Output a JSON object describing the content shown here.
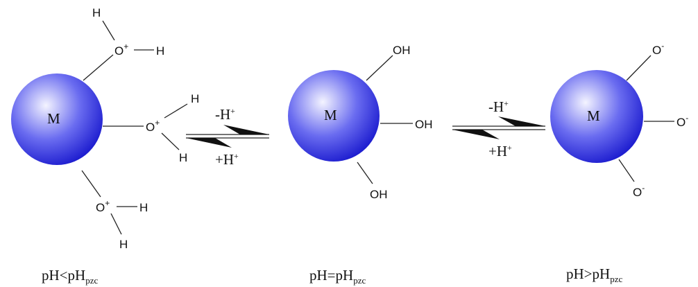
{
  "diagram": {
    "left": {
      "particle_label": "M",
      "group1": {
        "h_top": "H",
        "o": "O",
        "o_charge": "+",
        "h_right": "H"
      },
      "group2": {
        "o": "O",
        "o_charge": "+",
        "h_top": "H",
        "h_bottom": "H"
      },
      "group3": {
        "o": "O",
        "o_charge": "+",
        "h_right": "H",
        "h_bottom": "H"
      },
      "condition": {
        "main": "pH<pH",
        "sub": "pzc"
      }
    },
    "arrow1": {
      "top_text": "-H",
      "top_sup": "+",
      "bottom_text": "+H",
      "bottom_sup": "+"
    },
    "middle": {
      "particle_label": "M",
      "oh_top": "OH",
      "oh_right": "OH",
      "oh_bottom": "OH",
      "condition": {
        "main": "pH=pH",
        "sub": "pzc"
      }
    },
    "arrow2": {
      "top_text": "-H",
      "top_sup": "+",
      "bottom_text": "+H",
      "bottom_sup": "+"
    },
    "right": {
      "particle_label": "M",
      "o_top": "O",
      "o_top_charge": "-",
      "o_right": "O",
      "o_right_charge": "-",
      "o_bottom": "O",
      "o_bottom_charge": "-",
      "condition": {
        "main": "pH>pH",
        "sub": "pzc"
      }
    },
    "colors": {
      "sphere_center": "#f4f4ff",
      "sphere_mid": "#6a6cf0",
      "sphere_edge": "#1f1fd0",
      "line": "#222222"
    }
  }
}
